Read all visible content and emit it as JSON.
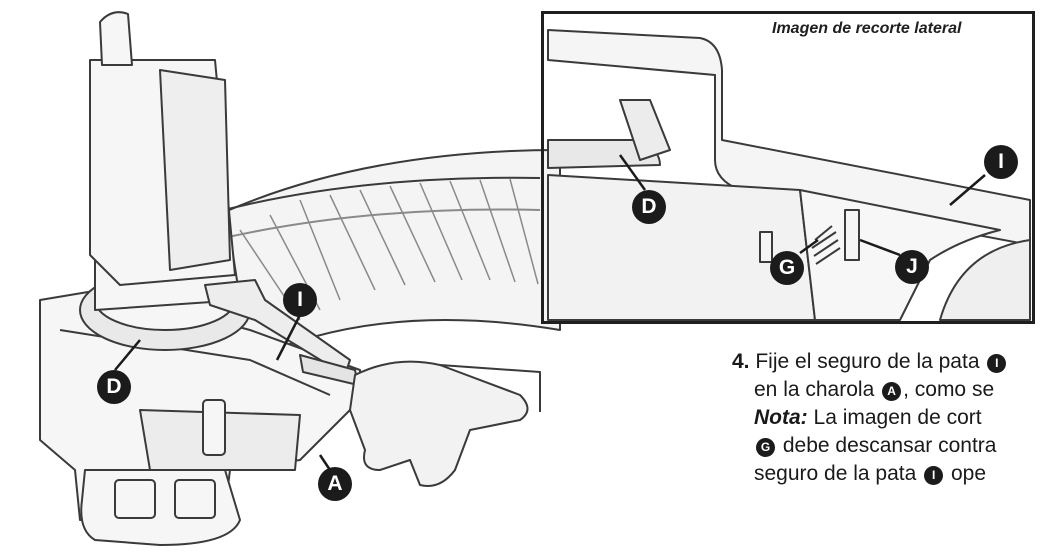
{
  "inset": {
    "caption": "Imagen de recorte lateral"
  },
  "callouts": {
    "main_i": "I",
    "main_d": "D",
    "main_a": "A",
    "inset_d": "D",
    "inset_i": "I",
    "inset_g": "G",
    "inset_j": "J"
  },
  "instructions": {
    "step_number": "4.",
    "line1_text": "Fije el seguro de la pata",
    "line1_ref": "I",
    "line2_text": "en la charola",
    "line2_ref": "A",
    "line2_end": ", como se",
    "note_label": "Nota:",
    "line3_text": "La imagen de cort",
    "line4_ref": "G",
    "line4_text": "debe descansar contra",
    "line5_text": "seguro de la pata",
    "line5_ref": "I",
    "line5_end": "ope"
  }
}
